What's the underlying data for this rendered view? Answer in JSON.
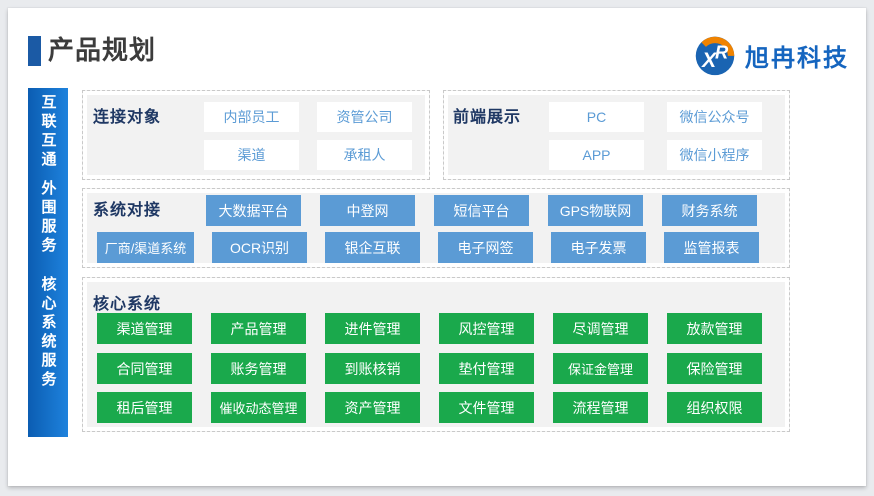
{
  "header": {
    "title": "产品规划",
    "company_name": "旭冉科技"
  },
  "rail": {
    "groups": [
      {
        "label": "互联互通"
      },
      {
        "label": "外围服务"
      },
      {
        "label": "核心系统服务"
      }
    ]
  },
  "sections": {
    "connection": {
      "label": "连接对象",
      "items": [
        "内部员工",
        "资管公司",
        "渠道",
        "承租人"
      ]
    },
    "frontend": {
      "label": "前端展示",
      "items": [
        "PC",
        "微信公众号",
        "APP",
        "微信小程序"
      ]
    },
    "integration": {
      "label": "系统对接",
      "row1": [
        "大数据平台",
        "中登网",
        "短信平台",
        "GPS物联网",
        "财务系统"
      ],
      "row2": [
        "厂商/渠道系统",
        "OCR识别",
        "银企互联",
        "电子网签",
        "电子发票",
        "监管报表"
      ]
    },
    "core": {
      "label": "核心系统",
      "rows": [
        [
          "渠道管理",
          "产品管理",
          "进件管理",
          "风控管理",
          "尽调管理",
          "放款管理"
        ],
        [
          "合同管理",
          "账务管理",
          "到账核销",
          "垫付管理",
          "保证金管理",
          "保险管理"
        ],
        [
          "租后管理",
          "催收动态管理",
          "资产管理",
          "文件管理",
          "流程管理",
          "组织权限"
        ]
      ]
    }
  },
  "colors": {
    "page_bg": "#e9ebee",
    "accent_blue": "#1b5aa5",
    "rail_blue_dark": "#0b5db2",
    "rail_blue_light": "#1e82dd",
    "button_blue": "#5b9bd5",
    "button_green": "#1aa94c",
    "label_navy": "#1f3864",
    "logo_blue": "#1565bf",
    "logo_orange": "#f08300"
  }
}
